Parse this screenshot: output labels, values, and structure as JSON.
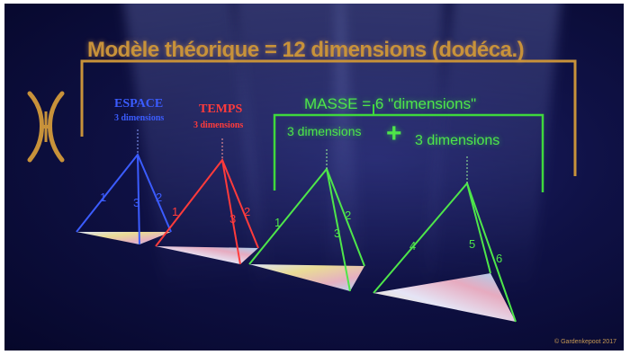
{
  "title": "Modèle théorique = 12 dimensions (dodéca.)",
  "logo_icon": "hx-logo-icon",
  "espace": {
    "label": "ESPACE",
    "sub": "3 dimensions",
    "edges": [
      "1",
      "2",
      "3"
    ],
    "color": "#3b5cff"
  },
  "temps": {
    "label": "TEMPS",
    "sub": "3 dimensions",
    "edges": [
      "1",
      "2",
      "3"
    ],
    "color": "#ff3b3b"
  },
  "masse": {
    "label": "MASSE = 6 \"dimensions\"",
    "left_sub": "3 dimensions",
    "plus": "+",
    "right_sub": "3 dimensions",
    "left_edges": [
      "1",
      "2",
      "3"
    ],
    "right_edges": [
      "4",
      "5",
      "6"
    ],
    "color": "#4ee64a"
  },
  "bracket_color": "#c8923a",
  "copyright": "© Gardenkepoot 2017"
}
